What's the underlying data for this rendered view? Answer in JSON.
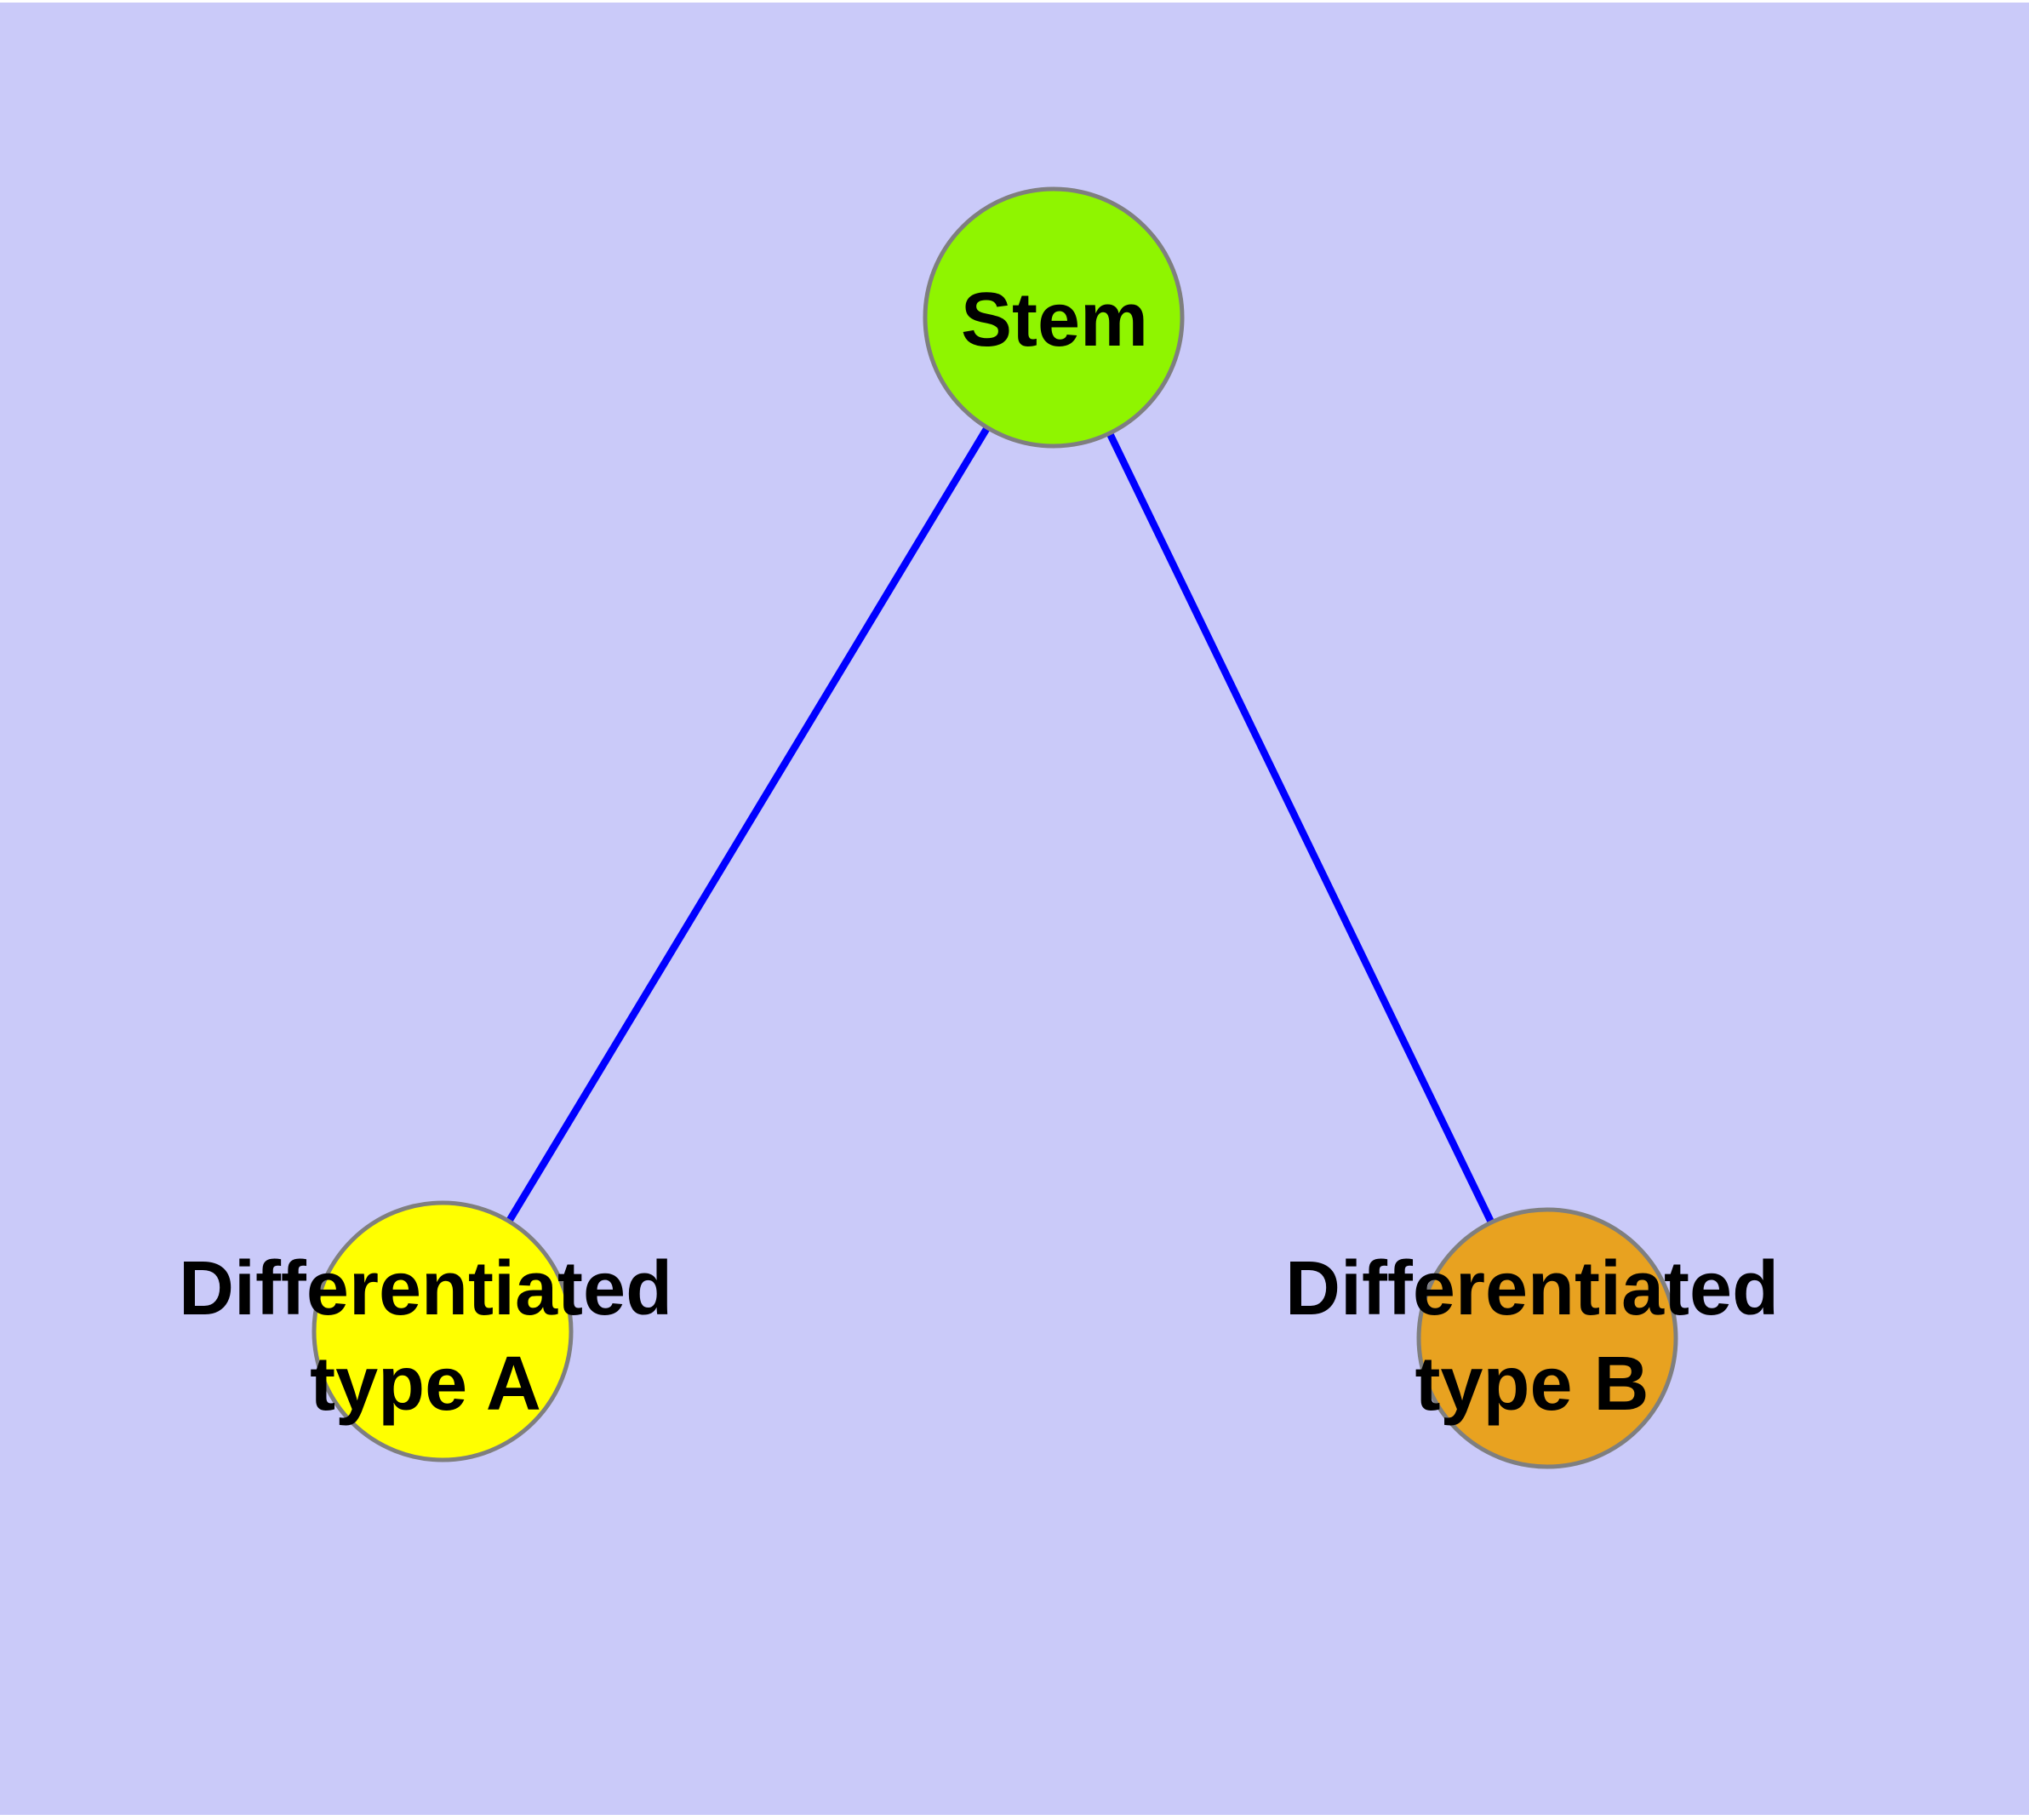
{
  "colors": {
    "plot_background": "#CACAF9",
    "page_margin": "#FFFFFF",
    "edge": "#0000FF",
    "node_border": "#7F7F7F",
    "label_text": "#000000"
  },
  "nodes": {
    "stem": {
      "label": "Stem",
      "color": "#8FF500"
    },
    "type_a": {
      "label_line1": "Differentiated",
      "label_line2": "type A",
      "color": "#FFFF00"
    },
    "type_b": {
      "label_line1": "Differentiated",
      "label_line2": "type B",
      "color": "#E8A220"
    }
  },
  "edges": [
    {
      "from": "Stem",
      "to": "Differentiated type A"
    },
    {
      "from": "Stem",
      "to": "Differentiated type B"
    }
  ]
}
